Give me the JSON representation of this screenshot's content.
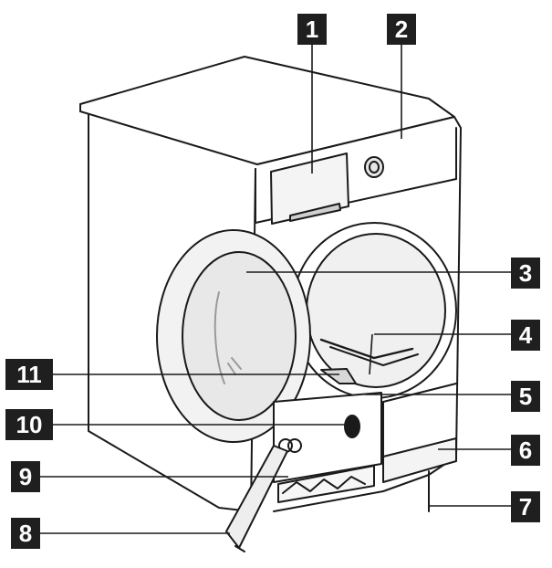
{
  "callouts": [
    {
      "id": "1",
      "label": "1"
    },
    {
      "id": "2",
      "label": "2"
    },
    {
      "id": "3",
      "label": "3"
    },
    {
      "id": "4",
      "label": "4"
    },
    {
      "id": "5",
      "label": "5"
    },
    {
      "id": "6",
      "label": "6"
    },
    {
      "id": "7",
      "label": "7"
    },
    {
      "id": "8",
      "label": "8"
    },
    {
      "id": "9",
      "label": "9"
    },
    {
      "id": "10",
      "label": "10"
    },
    {
      "id": "11",
      "label": "11"
    }
  ],
  "colors": {
    "line": "#1a1a1a",
    "callout_bg": "#1f1f1f",
    "callout_text": "#ffffff",
    "shade": "#cfcfcf",
    "shade_light": "#e6e6e6"
  }
}
